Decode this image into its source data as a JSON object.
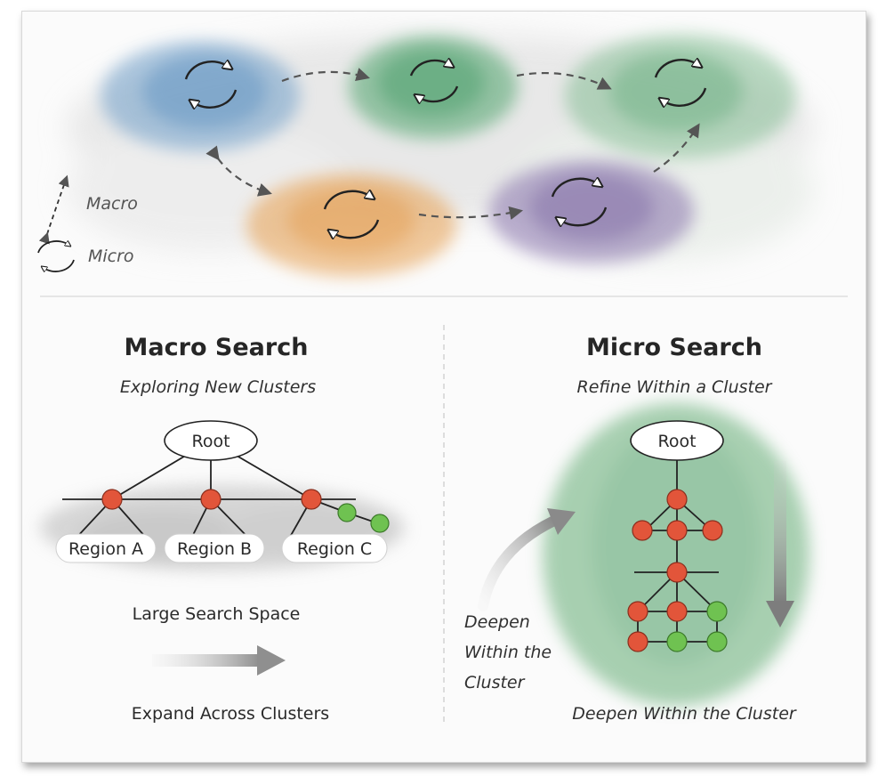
{
  "legend": {
    "macro": "Macro",
    "micro": "Micro"
  },
  "left_panel": {
    "title": "Macro Search",
    "subtitle": "Exploring New Clusters",
    "root": "Root",
    "regions": [
      "Region A",
      "Region B",
      "Region C"
    ],
    "caption": "Large Search Space",
    "footer": "Expand Across Clusters"
  },
  "right_panel": {
    "title": "Micro Search",
    "subtitle": "Refine Within a Cluster",
    "root": "Root",
    "side_label": [
      "Deepen",
      "Within the",
      "Cluster"
    ],
    "footer": "Deepen Within the Cluster"
  },
  "colors": {
    "blue_cluster": "#6f9fc9",
    "green_cluster": "#5aa874",
    "orange_cluster": "#e7a55c",
    "purple_cluster": "#8f7bb0",
    "red_node": "#e2553a",
    "green_node": "#6fc251"
  },
  "icons": [
    "cycle-icon",
    "dashed-arrow-icon",
    "gradient-arrow-icon"
  ]
}
